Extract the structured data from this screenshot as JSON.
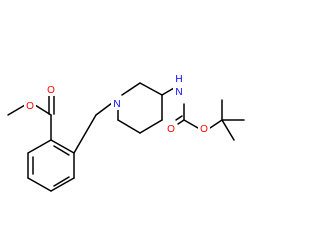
{
  "molecule": {
    "atoms": [
      {
        "id": "O_ester_methyl",
        "label": "O",
        "color": "#ff0000"
      },
      {
        "id": "O_ester_carbonyl",
        "label": "O",
        "color": "#ff0000"
      },
      {
        "id": "N_piperidine",
        "label": "N",
        "color": "#0000ff"
      },
      {
        "id": "N_amide",
        "label": "N",
        "color": "#0000ff"
      },
      {
        "id": "H_amide",
        "label": "H",
        "color": "#0000ff"
      },
      {
        "id": "O_carbamate_carbonyl",
        "label": "O",
        "color": "#ff0000"
      },
      {
        "id": "O_carbamate_ether",
        "label": "O",
        "color": "#ff0000"
      }
    ],
    "bond_color": "#000000"
  }
}
